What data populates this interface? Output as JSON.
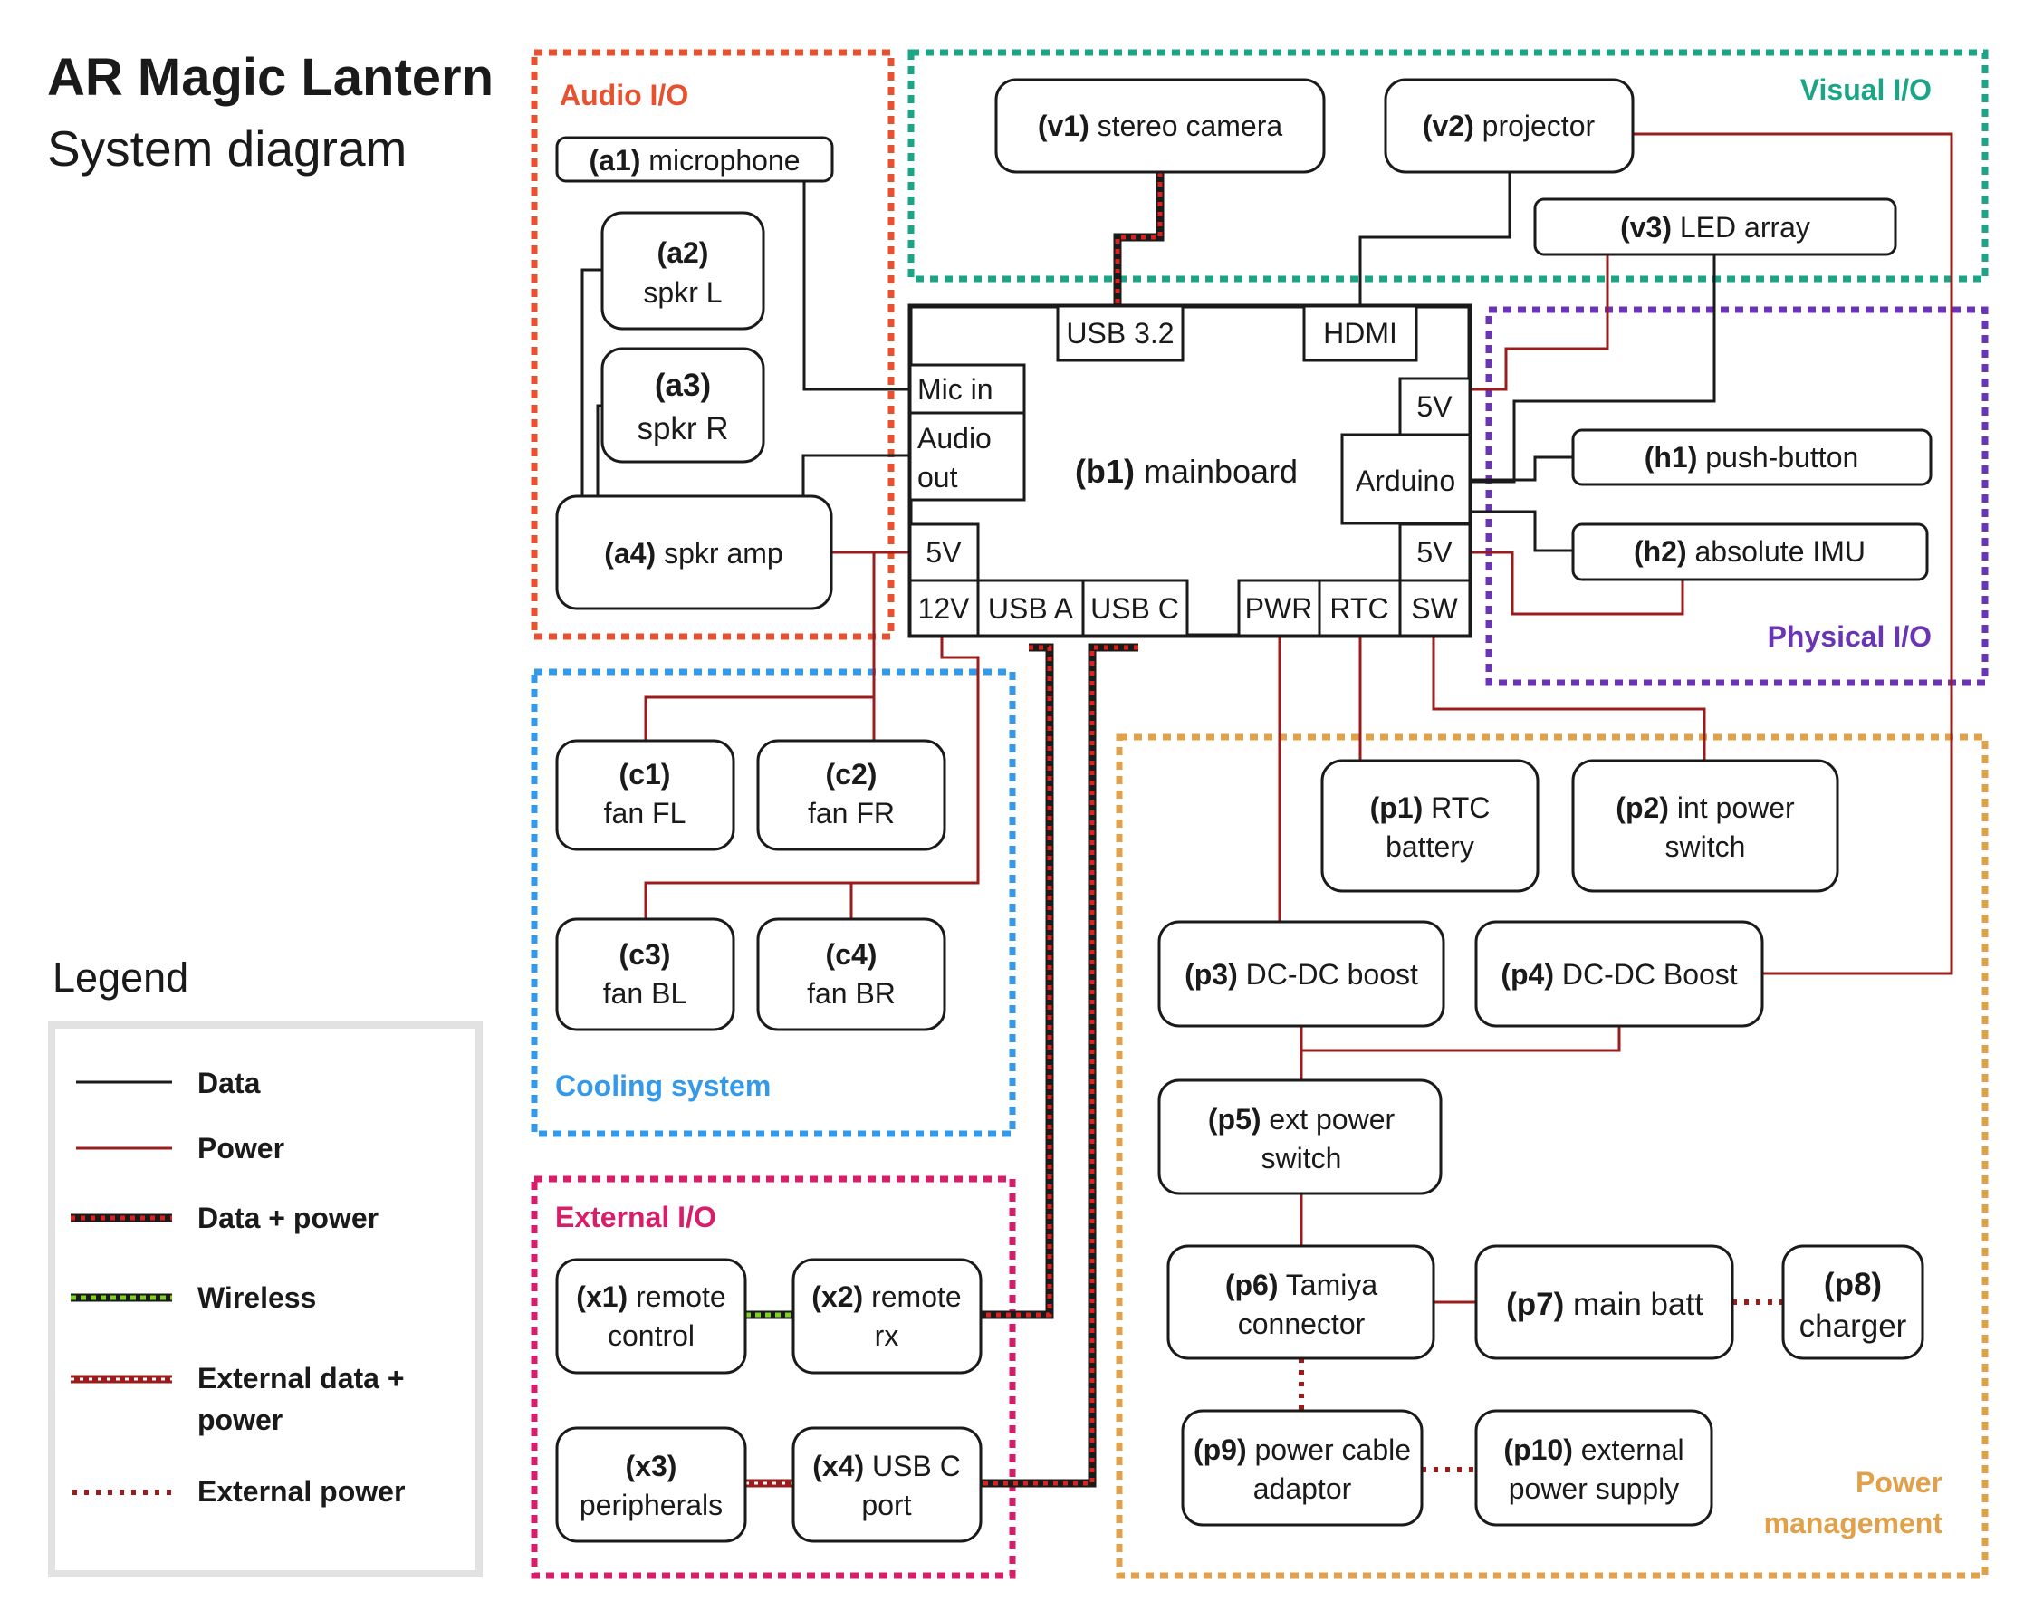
{
  "title": "AR Magic Lantern",
  "subtitle": "System diagram",
  "legend": {
    "title": "Legend",
    "items": [
      {
        "label": "Data"
      },
      {
        "label": "Power"
      },
      {
        "label": "Data + power"
      },
      {
        "label": "Wireless"
      },
      {
        "label": "External data + power"
      },
      {
        "label": "External power"
      }
    ]
  },
  "colors": {
    "data": "#1a1a1a",
    "power": "#9b1c1c",
    "wireless": "#7ed321",
    "data_power_dash": "#e0201c",
    "audio": "#e8502e",
    "visual": "#1aa587",
    "physical": "#6a35b5",
    "cooling": "#3499e8",
    "external": "#d81e6a",
    "power_group": "#e1a04a"
  },
  "groups": {
    "audio": "Audio I/O",
    "visual": "Visual I/O",
    "physical": "Physical I/O",
    "cooling": "Cooling system",
    "external": "External I/O",
    "power_mgmt_line1": "Power",
    "power_mgmt_line2": "management"
  },
  "mainboard": {
    "id": "(b1)",
    "name": "mainboard",
    "ports": {
      "usb32": "USB 3.2",
      "hdmi": "HDMI",
      "mic_in": "Mic in",
      "audio_out_1": "Audio",
      "audio_out_2": "out",
      "v5_left": "5V",
      "v12": "12V",
      "usb_a": "USB A",
      "usb_c": "USB C",
      "pwr": "PWR",
      "rtc": "RTC",
      "sw": "SW",
      "v5_right_top": "5V",
      "arduino": "Arduino",
      "v5_right_bottom": "5V"
    }
  },
  "nodes": {
    "a1": {
      "id": "(a1)",
      "name": "microphone"
    },
    "a2": {
      "id": "(a2)",
      "name": "spkr L"
    },
    "a3": {
      "id": "(a3)",
      "name": "spkr R"
    },
    "a4": {
      "id": "(a4)",
      "name": "spkr amp"
    },
    "v1": {
      "id": "(v1)",
      "name": "stereo camera"
    },
    "v2": {
      "id": "(v2)",
      "name": "projector"
    },
    "v3": {
      "id": "(v3)",
      "name": "LED array"
    },
    "h1": {
      "id": "(h1)",
      "name": "push-button"
    },
    "h2": {
      "id": "(h2)",
      "name": "absolute IMU"
    },
    "c1": {
      "id": "(c1)",
      "name": "fan FL"
    },
    "c2": {
      "id": "(c2)",
      "name": "fan FR"
    },
    "c3": {
      "id": "(c3)",
      "name": "fan BL"
    },
    "c4": {
      "id": "(c4)",
      "name": "fan BR"
    },
    "x1": {
      "id": "(x1)",
      "name": "remote",
      "name2": "control"
    },
    "x2": {
      "id": "(x2)",
      "name": "remote",
      "name2": "rx"
    },
    "x3": {
      "id": "(x3)",
      "name": "peripherals"
    },
    "x4": {
      "id": "(x4)",
      "name": "USB C",
      "name2": "port"
    },
    "p1": {
      "id": "(p1)",
      "name": "RTC",
      "name2": "battery"
    },
    "p2": {
      "id": "(p2)",
      "name": "int power",
      "name2": "switch"
    },
    "p3": {
      "id": "(p3)",
      "name": "DC-DC boost"
    },
    "p4": {
      "id": "(p4)",
      "name": "DC-DC Boost"
    },
    "p5": {
      "id": "(p5)",
      "name": "ext power",
      "name2": "switch"
    },
    "p6": {
      "id": "(p6)",
      "name": "Tamiya",
      "name2": "connector"
    },
    "p7": {
      "id": "(p7)",
      "name": "main batt"
    },
    "p8": {
      "id": "(p8)",
      "name": "charger"
    },
    "p9": {
      "id": "(p9)",
      "name": "power cable",
      "name2": "adaptor"
    },
    "p10": {
      "id": "(p10)",
      "name": "external",
      "name2": "power supply"
    }
  }
}
